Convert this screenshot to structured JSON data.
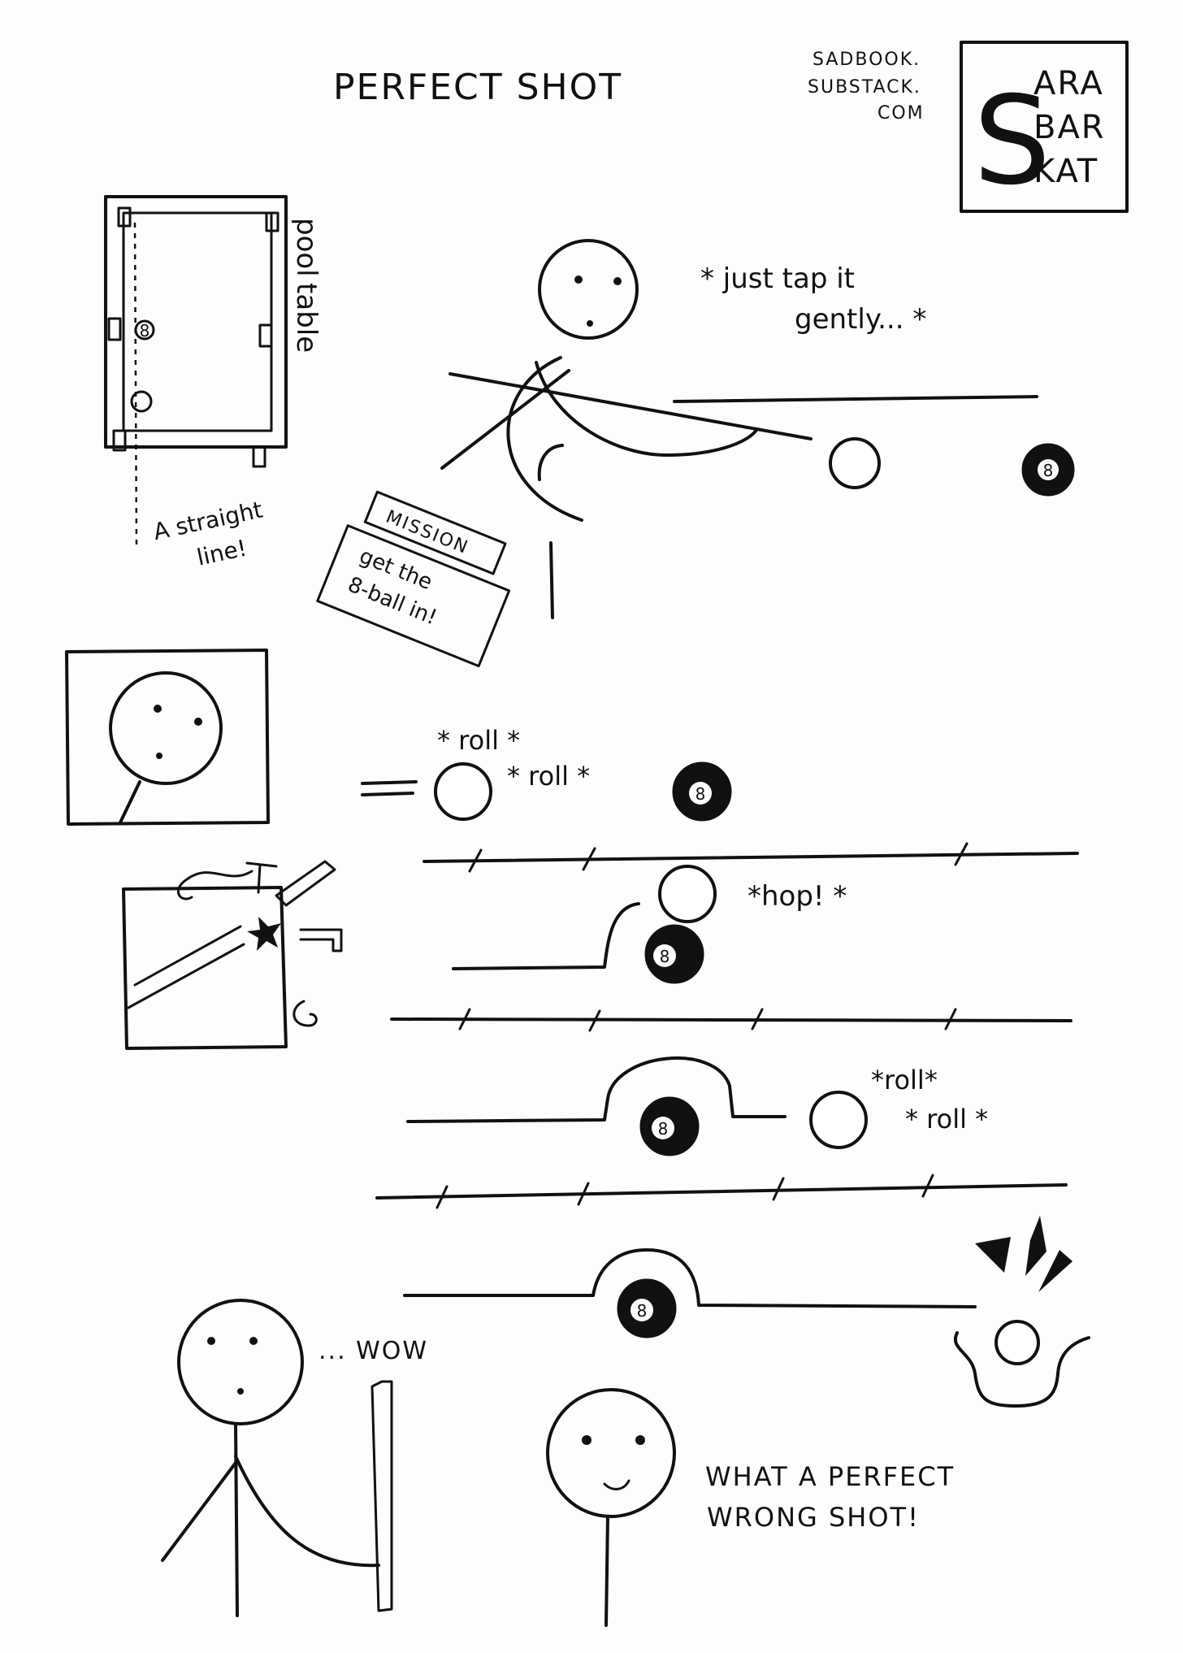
{
  "title": "PERFECT SHOT",
  "site": [
    "SADBOOK.",
    "SUBSTACK.",
    "COM"
  ],
  "author_logo": {
    "letter": "S",
    "lines": [
      "ARA",
      "BAR",
      "KAT"
    ]
  },
  "panel1": {
    "table_label": [
      "pool",
      "table"
    ],
    "straight_line": [
      "A straight",
      "line!"
    ],
    "mission_header": "MISSION",
    "mission_body": [
      "get the",
      "8-ball in!"
    ],
    "thought": [
      "* just tap it",
      "gently... *"
    ]
  },
  "panel2": {
    "sound1": "* roll *",
    "sound2": "* roll *"
  },
  "panel3": {
    "sound": "*hop! *"
  },
  "panel4": {
    "sound1": "*roll*",
    "sound2": "* roll *"
  },
  "panel5": {
    "wow": "... WOW",
    "caption": [
      "WHAT A PERFECT",
      "WRONG SHOT!"
    ]
  },
  "ball_number": "8"
}
